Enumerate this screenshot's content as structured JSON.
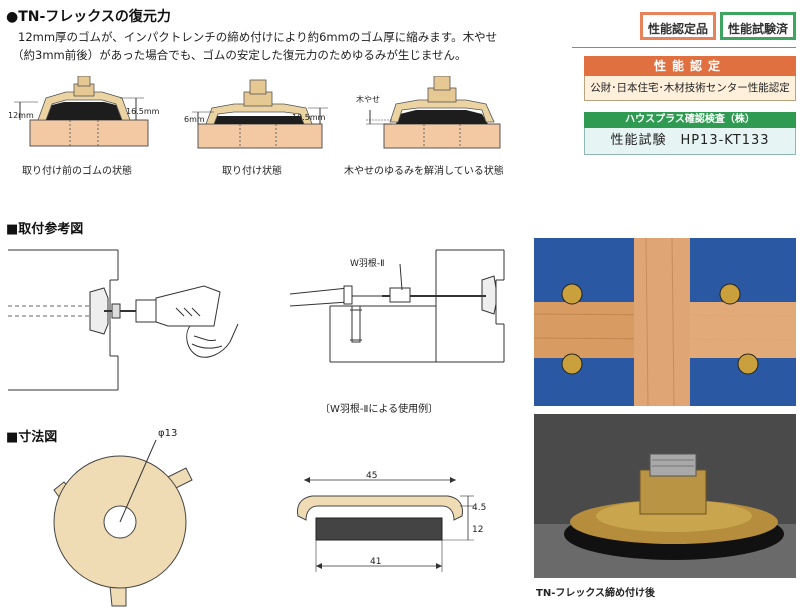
{
  "header": {
    "title": "●TN-フレックスの復元力",
    "description_line1": "12mm厚のゴムが、インパクトレンチの締め付けにより約6mmのゴム厚に縮みます。木やせ",
    "description_line2": "（約3mm前後）があった場合でも、ゴムの安定した復元力のためゆるみが生じません。"
  },
  "badges": {
    "certified": "性能認定品",
    "tested": "性能試験済"
  },
  "certification": {
    "heading": "性能認定",
    "body": "公財･日本住宅･木材技術センター性能認定"
  },
  "test": {
    "heading": "ハウスプラス確認検査（株）",
    "body": "性能試験　HP13-KT133"
  },
  "diagrams": {
    "d1": {
      "left_label": "12mm",
      "right_label": "16.5mm",
      "caption": "取り付け前のゴムの状態"
    },
    "d2": {
      "left_label": "6mm",
      "right_label": "10.5mm",
      "caption": "取り付け状態"
    },
    "d3": {
      "top_label": "木やせ",
      "caption": "木やせのゆるみを解消している状態"
    }
  },
  "install": {
    "heading": "■取付参考図",
    "hane_label": "W羽根-Ⅱ",
    "caption": "〔W羽根-Ⅱによる使用例〕"
  },
  "dimensions": {
    "heading": "■寸法図",
    "hole_label": "φ13",
    "width_top": "45",
    "height_cap": "4.5",
    "height_total": "12",
    "width_bottom": "41"
  },
  "photo": {
    "caption": "TN-フレックス締め付け後"
  }
}
